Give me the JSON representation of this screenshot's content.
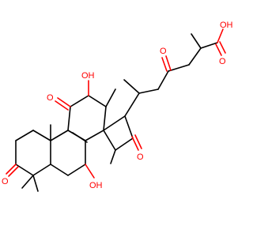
{
  "molecule": {
    "labels": {
      "acid_oh": "OH",
      "acid_o": "O",
      "side_ketone_o": "O",
      "c12_oh": "OH",
      "c11_o": "O",
      "c15_o": "O",
      "c3_o": "O",
      "c7_oh": "OH"
    },
    "colors": {
      "bond": "#000000",
      "oxygen": "#ff0000",
      "background": "#ffffff"
    }
  }
}
